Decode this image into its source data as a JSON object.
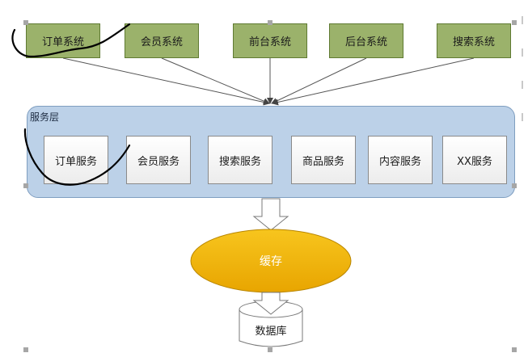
{
  "systems": [
    "订单系统",
    "会员系统",
    "前台系统",
    "后台系统",
    "搜索系统"
  ],
  "service_layer": {
    "label": "服务层",
    "services": [
      "订单服务",
      "会员服务",
      "搜索服务",
      "商品服务",
      "内容服务",
      "XX服务"
    ]
  },
  "cache": {
    "label": "缓存"
  },
  "database": {
    "label": "数据库"
  },
  "colors": {
    "system_fill": "#9bb26b",
    "service_layer_fill": "#bcd1e8",
    "cache_fill": "#f0b400",
    "ink": "#000000"
  }
}
